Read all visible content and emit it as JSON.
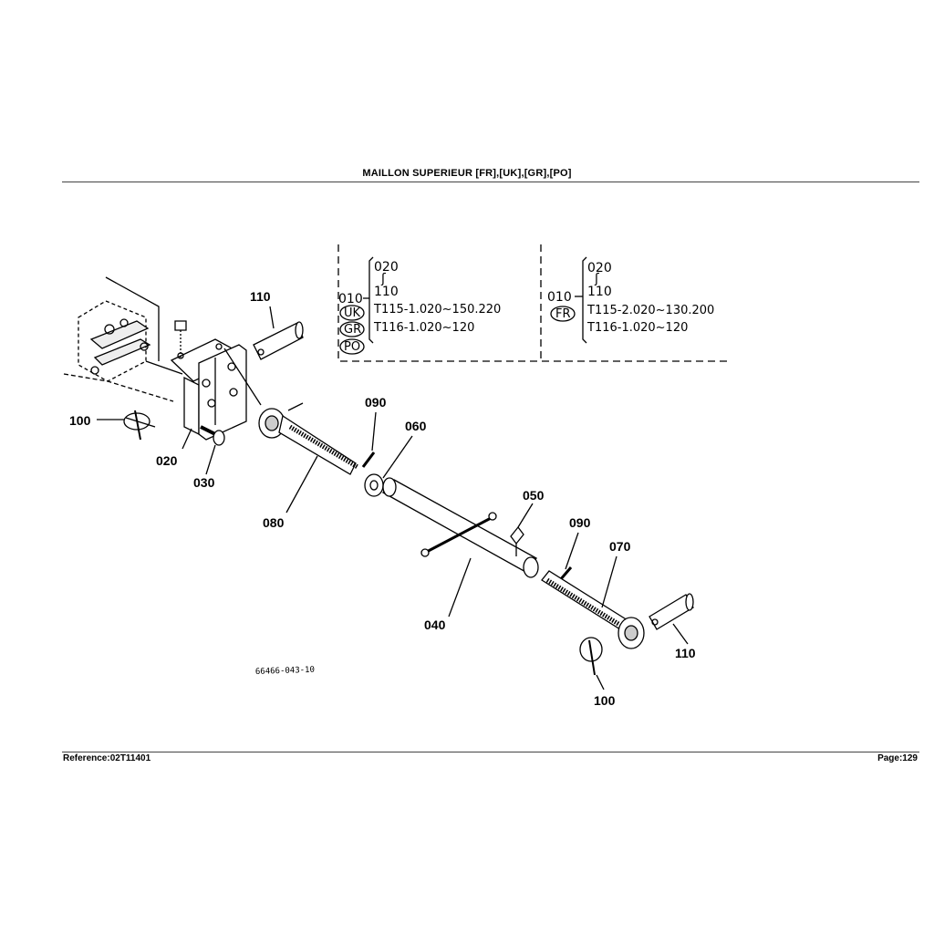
{
  "header": {
    "title": "MAILLON SUPERIEUR   [FR],[UK],[GR],[PO]"
  },
  "footer": {
    "reference": "Reference:02T11401",
    "page": "Page:129"
  },
  "drawing_number": "66466-043-10",
  "parts": [
    {
      "id": "p110a",
      "label": "110"
    },
    {
      "id": "p100a",
      "label": "100"
    },
    {
      "id": "p020",
      "label": "020"
    },
    {
      "id": "p030",
      "label": "030"
    },
    {
      "id": "p080",
      "label": "080"
    },
    {
      "id": "p090a",
      "label": "090"
    },
    {
      "id": "p060",
      "label": "060"
    },
    {
      "id": "p050",
      "label": "050"
    },
    {
      "id": "p090b",
      "label": "090"
    },
    {
      "id": "p070",
      "label": "070"
    },
    {
      "id": "p040",
      "label": "040"
    },
    {
      "id": "p110b",
      "label": "110"
    },
    {
      "id": "p100b",
      "label": "100"
    }
  ],
  "legend_left": {
    "group_top": "020",
    "group_mid": "110",
    "assembly": "010",
    "line1": "T115-1.020~150.220",
    "line2": "T116-1.020~120",
    "countries": [
      "UK",
      "GR",
      "PO"
    ]
  },
  "legend_right": {
    "group_top": "020",
    "group_mid": "110",
    "assembly": "010",
    "line1": "T115-2.020~130.200",
    "line2": "T116-1.020~120",
    "countries": [
      "FR"
    ]
  }
}
